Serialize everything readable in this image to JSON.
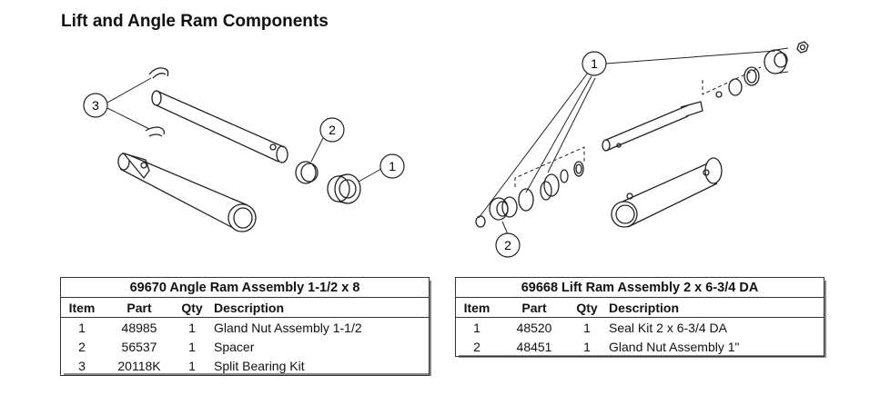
{
  "title": "Lift and Angle Ram Components",
  "callouts": {
    "angle": [
      "3",
      "2",
      "1"
    ],
    "lift": [
      "1",
      "2"
    ]
  },
  "tables": [
    {
      "title": "69670  Angle Ram Assembly 1-1/2 x 8",
      "headers": [
        "Item",
        "Part",
        "Qty",
        "Description"
      ],
      "rows": [
        [
          "1",
          "48985",
          "1",
          "Gland Nut Assembly 1-1/2"
        ],
        [
          "2",
          "56537",
          "1",
          "Spacer"
        ],
        [
          "3",
          "20118K",
          "1",
          "Split Bearing Kit"
        ]
      ]
    },
    {
      "title": "69668  Lift Ram Assembly 2 x 6-3/4 DA",
      "headers": [
        "Item",
        "Part",
        "Qty",
        "Description"
      ],
      "rows": [
        [
          "1",
          "48520",
          "1",
          "Seal Kit 2 x 6-3/4 DA"
        ],
        [
          "2",
          "48451",
          "1",
          "Gland Nut Assembly 1\""
        ]
      ]
    }
  ]
}
